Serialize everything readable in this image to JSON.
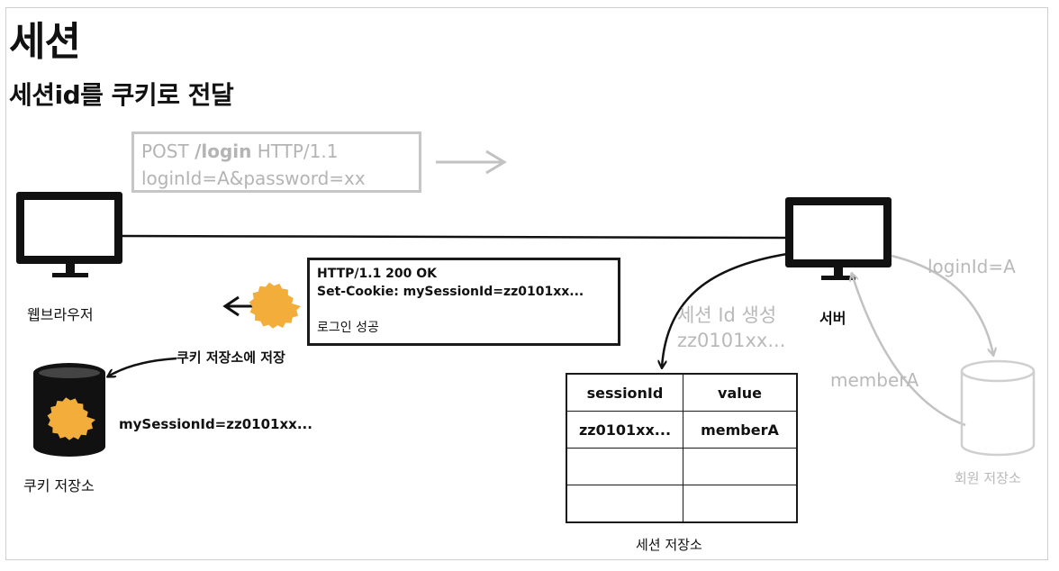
{
  "title": "세션",
  "subtitle": "세션id를 쿠키로 전달",
  "request": {
    "method": "POST ",
    "path": "/login",
    "protocol": " HTTP/1.1",
    "body": "loginId=A&password=xx"
  },
  "response": {
    "status_line": "HTTP/1.1 200 OK",
    "set_cookie": "Set-Cookie: mySessionId=zz0101xx...",
    "message": "로그인 성공"
  },
  "browser": {
    "label": "웹브라우저"
  },
  "server": {
    "label": "서버"
  },
  "cookie_store": {
    "label": "쿠키 저장소",
    "save_label": "쿠키 저장소에 저장",
    "value": "mySessionId=zz0101xx..."
  },
  "session_create": {
    "line1": "세션 Id 생성",
    "line2": "zz0101xx..."
  },
  "session_store": {
    "label": "세션 저장소",
    "headers": [
      "sessionId",
      "value"
    ],
    "rows": [
      [
        "zz0101xx...",
        "memberA"
      ],
      [
        "",
        ""
      ],
      [
        "",
        ""
      ]
    ]
  },
  "member_store": {
    "label": "회원 저장소",
    "query_label": "loginId=A",
    "result_label": "memberA"
  },
  "colors": {
    "dark": "#111111",
    "faded": "#bdbdbd",
    "cookie": "#f2ad3a"
  }
}
